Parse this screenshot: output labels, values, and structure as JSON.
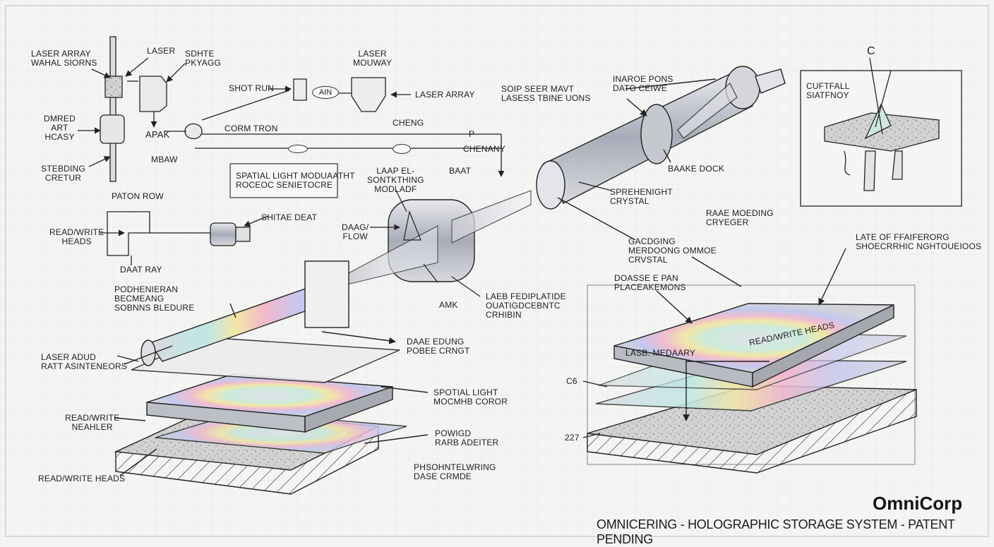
{
  "brand": "OmniCorp",
  "footer": "OMNICERING - HOLOGRAPHIC STORAGE SYSTEM - PATENT PENDING",
  "pills": {
    "ain": "AIN",
    "small1": "",
    "small2": ""
  },
  "labels": {
    "laser_array_left": "LASER ARRAY\nWAHAL SIORNS",
    "laser_top": "LASER",
    "sdhte": "SDHTE\nPKYAGG",
    "dmred": "DMRED\nART\nHCASY",
    "stebding": "STEBDING\nCRETUR",
    "apak": "APAK",
    "mbaw": "MBAW",
    "shot_run": "SHOT RUN",
    "laser_mouway": "LASER\nMOUWAY",
    "laser_array_mid": "LASER ARRAY",
    "corm_tron": "CORM TRON",
    "cheng": "CHENG",
    "chenany": "CHENANY",
    "p_box": "P",
    "spatial_box": "SPATIAL LIGHT MODUAATHT\nROCEOC SENIETOCRE",
    "baat": "BAAT",
    "laap": "LAAP EL-\nSONTKTHING\nMODLADF",
    "paton_row": "PATON ROW",
    "shitae_deat": "SHITAE DEAT",
    "read_write_heads_left": "READ/WRITE\nHEADS",
    "daat_ray": "DAAT RAY",
    "daag_flow": "DAAG/\nFLOW",
    "podhenisran": "PODHENIERAN\nBECMEANG\nSOBNNS BLEDURE",
    "amk": "AMK",
    "laeb": "LAEB FEDIPLATIDE\nOUATIGDCEBNTC\nCRHIBIN",
    "laser_adud": "LASER ADUD\nRATT ASINTENEORS",
    "daae_edung": "DAAE EDUNG\nPOBEE CRNGT",
    "spotial_light": "SPOTIAL LIGHT\nMOCMHB COROR",
    "readwrite_neahler": "READ/WRITE\nNEAHLER",
    "powigd": "POWIGD\nRARB ADEITER",
    "read_write_heads_bottom": "READ/WRITE HEADS",
    "phsohntelwring": "PHSOHNTELWRING\nDASE CRMDE",
    "soip_seer": "SOIP SEER MAVT\nLASESS TBINE UONS",
    "inaroe_pons": "INAROE PONS\nDATO CEIWE",
    "baake_dock": "BAAKE DOCK",
    "sprenight": "SPREHENIGHT\nCRYSTAL",
    "raae_moeding": "RAAE MOEDING\nCRYEGER",
    "gacdging": "GACDGING\nMERDOONG OMMOE\nCRVSTAL",
    "late_of": "LATE OF FFAIFERORG\nSHOECRRHIC NGHTOUEIOOS",
    "doasse": "DOASSE E PAN\nPLACEAKEMONS",
    "lasb_medaary": "LASB. MEDAARY",
    "read_write_heads_right": "READ/WRITE HEADS",
    "c6": "C6",
    "n227": "227",
    "c_mark": "C",
    "cufall": "CUFTFALL\nSIATFNOY"
  }
}
